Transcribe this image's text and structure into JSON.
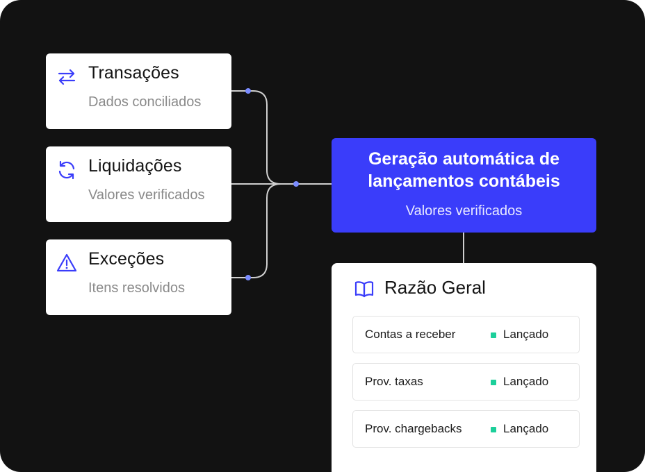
{
  "colors": {
    "background": "#121212",
    "accent": "#3a3dfa",
    "icon": "#3a3dfa",
    "connector": "#cfcfcf",
    "node_dot": "#7b8cff",
    "status_dot": "#1ccf9a"
  },
  "sources": [
    {
      "icon": "arrows-exchange-icon",
      "title": "Transações",
      "subtitle": "Dados conciliados"
    },
    {
      "icon": "refresh-icon",
      "title": "Liquidações",
      "subtitle": "Valores verificados"
    },
    {
      "icon": "warning-triangle-icon",
      "title": "Exceções",
      "subtitle": "Itens resolvidos"
    }
  ],
  "process": {
    "title_line1": "Geração automática de",
    "title_line2": "lançamentos contábeis",
    "subtitle": "Valores verificados"
  },
  "ledger": {
    "icon": "book-open-icon",
    "title": "Razão Geral",
    "rows": [
      {
        "label": "Contas a receber",
        "status": "Lançado"
      },
      {
        "label": "Prov. taxas",
        "status": "Lançado"
      },
      {
        "label": "Prov. chargebacks",
        "status": "Lançado"
      }
    ]
  }
}
